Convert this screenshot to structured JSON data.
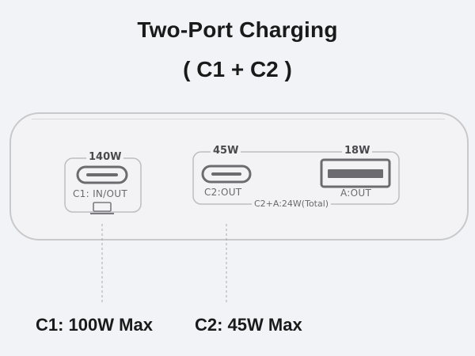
{
  "title": "Two-Port Charging",
  "subtitle": "( C1 + C2 )",
  "ports": {
    "c1": {
      "wattage": "140W",
      "label": "C1: IN/OUT"
    },
    "c2": {
      "wattage": "45W",
      "label": "C2:OUT"
    },
    "a": {
      "wattage": "18W",
      "label": "A:OUT"
    },
    "shared_total": "C2+A:24W(Total)"
  },
  "captions": {
    "c1": "C1: 100W Max",
    "c2": "C2: 45W Max"
  },
  "colors": {
    "background": "#f2f3f7",
    "outline": "#c9c9cc",
    "port": "#6b6b70",
    "text": "#1a1a1a"
  },
  "icons": [
    "laptop-icon",
    "usb-c-port-icon",
    "usb-a-port-icon"
  ]
}
